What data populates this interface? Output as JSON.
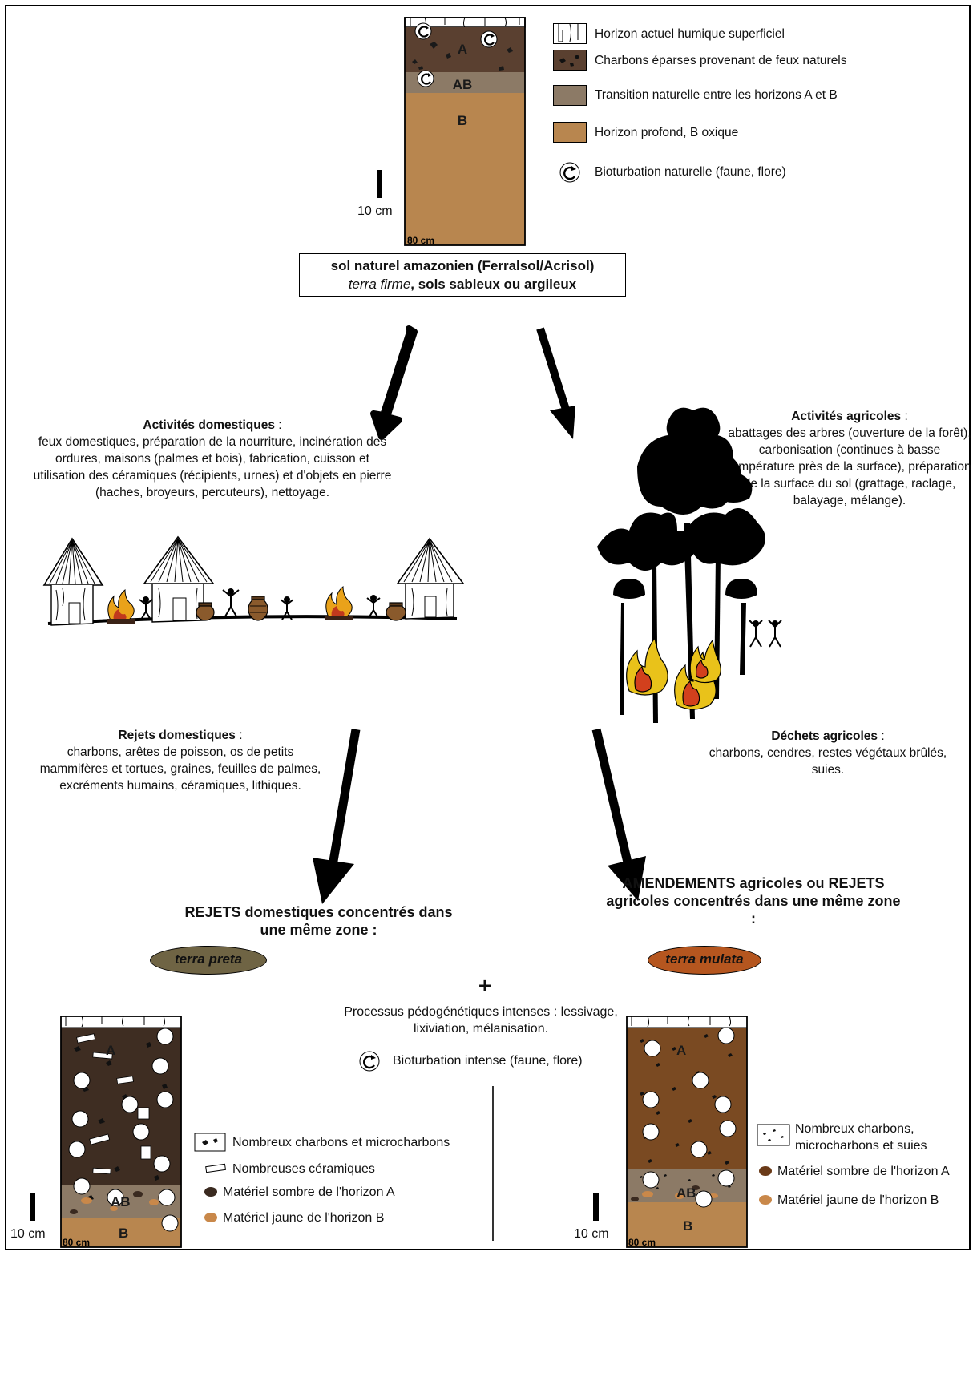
{
  "top_legend": {
    "items": [
      {
        "label": "Horizon actuel humique superficiel",
        "color": "#ffffff"
      },
      {
        "label": "Charbons éparses provenant de feux naturels",
        "color": "#5a4030"
      },
      {
        "label": "Transition naturelle entre les horizons A et B",
        "color": "#8c7a66"
      },
      {
        "label": "Horizon profond, B oxique",
        "color": "#b8864f"
      },
      {
        "label": "Bioturbation naturelle (faune, flore)",
        "icon": "bioturbation-icon"
      }
    ]
  },
  "top_profile": {
    "horizon_a": "A",
    "horizon_ab": "AB",
    "horizon_b": "B",
    "depth": "80 cm",
    "scale": "10 cm",
    "caption_line1": "sol naturel amazonien (Ferralsol/Acrisol)",
    "caption_line2_italic": "terra firme",
    "caption_line2_rest": ", sols sableux ou argileux"
  },
  "domestic": {
    "title": "Activités domestiques",
    "title_suffix": " :",
    "text": "feux domestiques, préparation de la nourriture, incinération des ordures, maisons (palmes et bois), fabrication, cuisson et utilisation des céramiques (récipients, urnes) et d'objets en pierre (haches, broyeurs, percuteurs), nettoyage.",
    "rejects_title": "Rejets domestiques",
    "rejects_suffix": " :",
    "rejects_text": "charbons, arêtes de poisson, os de petits mammifères et tortues, graines, feuilles de palmes, excréments humains, céramiques, lithiques."
  },
  "agricultural": {
    "title": "Activités agricoles",
    "title_suffix": " :",
    "text": "abattages des arbres (ouverture de la forêt), carbonisation (continues à basse température près de la surface), préparation de la surface du sol (grattage, raclage, balayage, mélange).",
    "waste_title": "Déchets agricoles",
    "waste_suffix": " :",
    "waste_text": "charbons, cendres, restes végétaux brûlés, suies."
  },
  "bottom": {
    "left_heading": "REJETS domestiques concentrés dans une même zone :",
    "right_heading": "AMENDEMENTS agricoles ou REJETS agricoles concentrés dans une même zone :",
    "terra_preta": "terra preta",
    "terra_preta_color": "#6f6444",
    "terra_mulata": "terra mulata",
    "terra_mulata_color": "#b5561f",
    "plus": "+",
    "processes": "Processus pédogénétiques intenses : lessivage, lixiviation, mélanisation.",
    "bioturbation_intense": "Bioturbation intense (faune, flore)",
    "left_legend": [
      "Nombreux charbons et microcharbons",
      "Nombreuses céramiques",
      "Matériel sombre de l'horizon A",
      "Matériel jaune de l'horizon B"
    ],
    "right_legend": [
      "Nombreux charbons, microcharbons et suies",
      "Matériel sombre de l'horizon A",
      "Matériel jaune de l'horizon B"
    ],
    "horizon_a": "A",
    "horizon_ab": "AB",
    "horizon_b": "B",
    "depth": "80 cm",
    "scale": "10 cm",
    "dark_color": "#3a2a20",
    "yellow_color": "#c9884a"
  }
}
